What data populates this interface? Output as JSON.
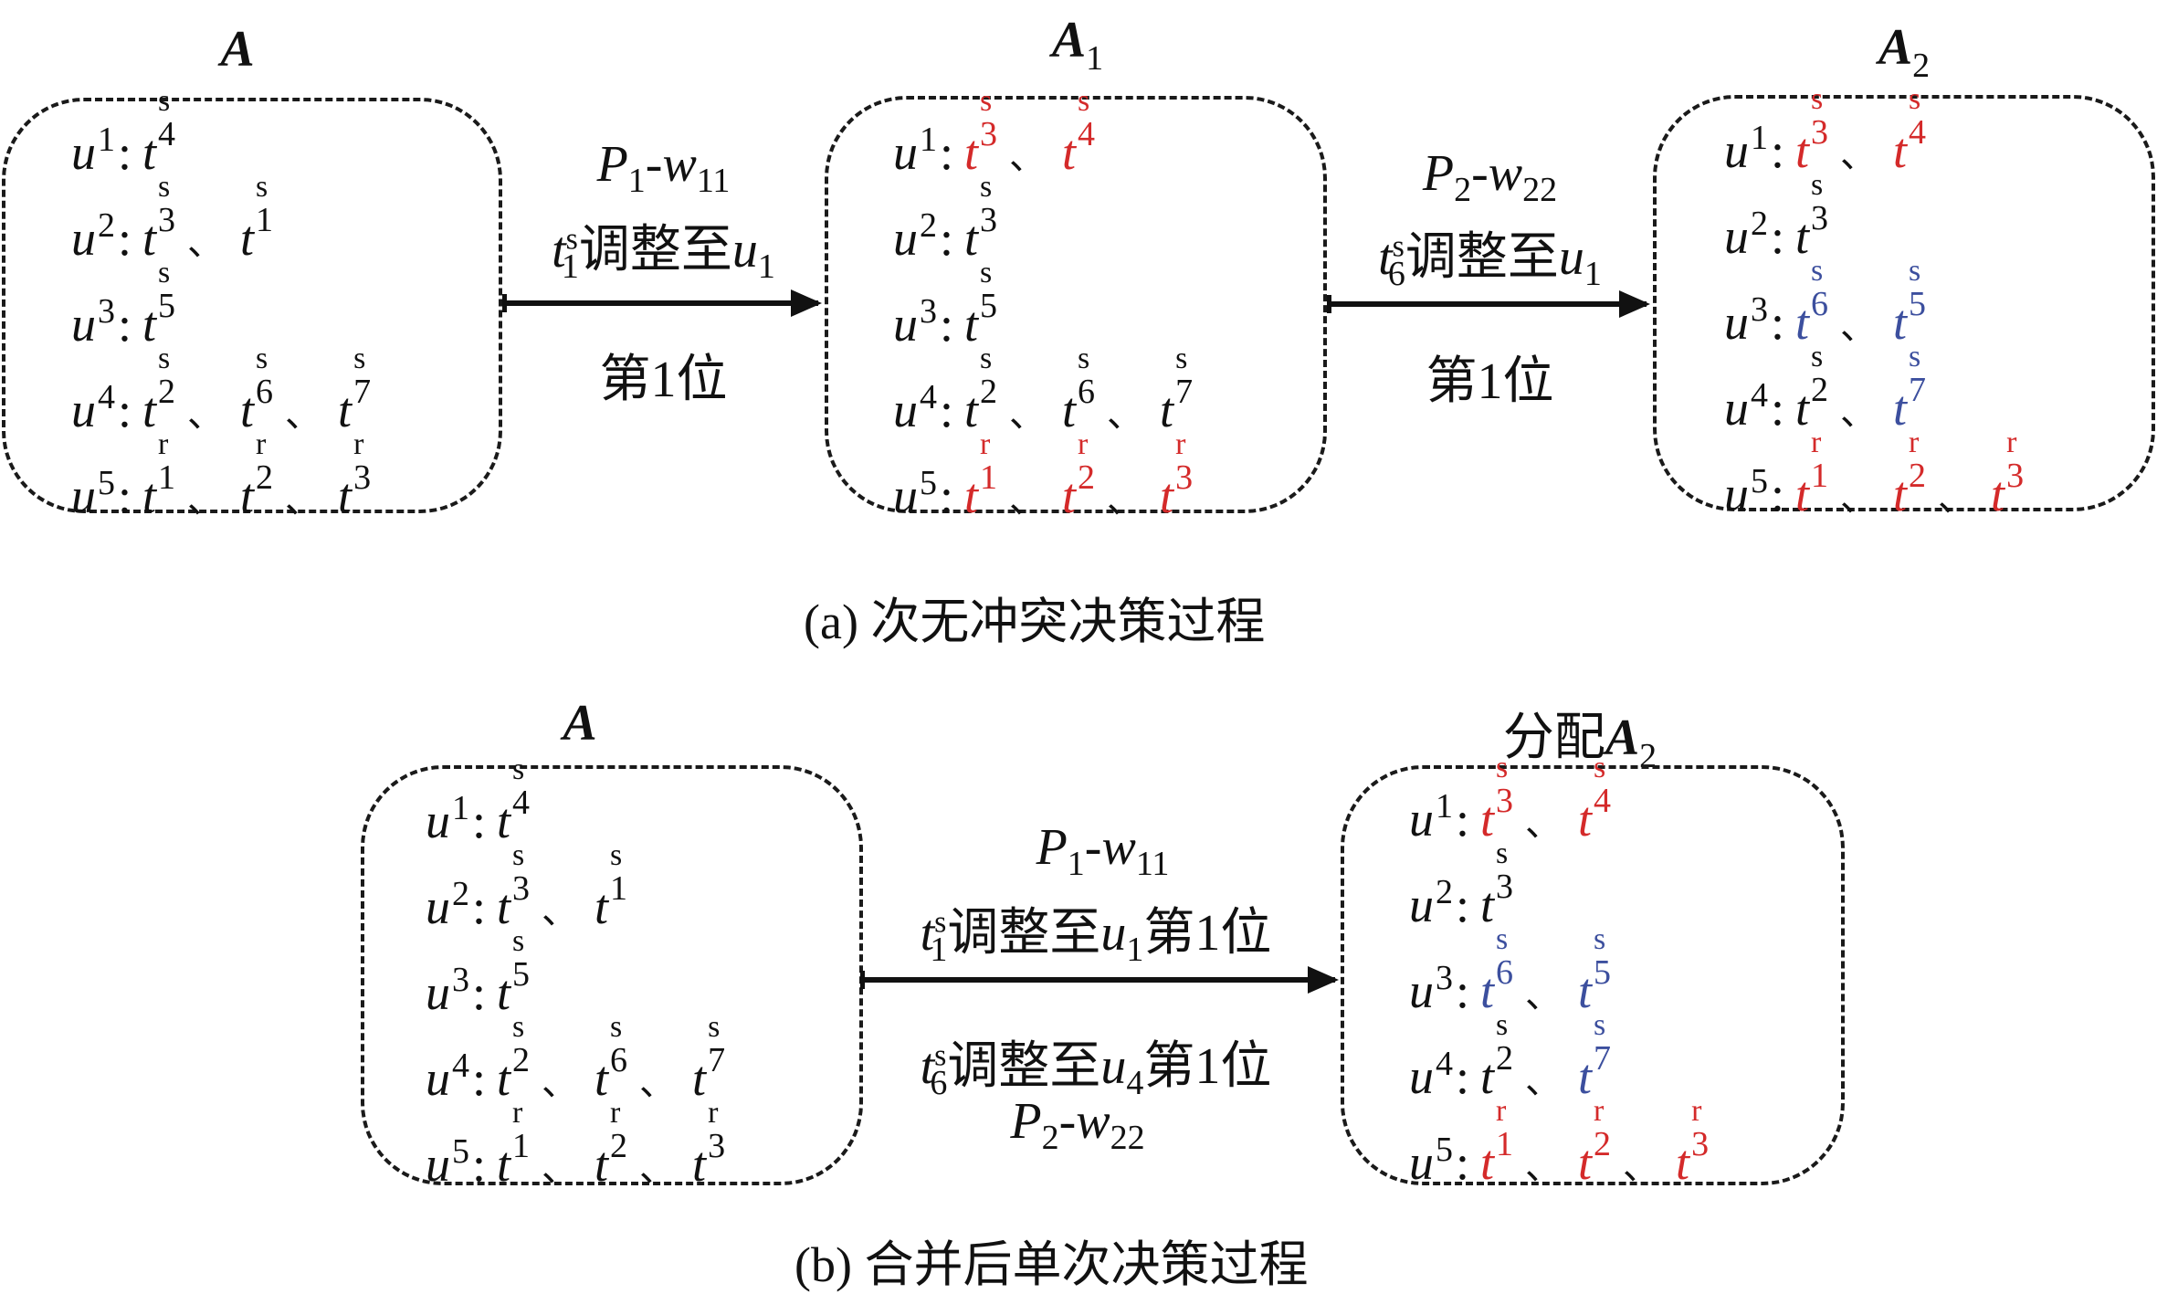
{
  "colors": {
    "red": "#d42a2a",
    "blue": "#3c4f9e",
    "black": "#111111"
  },
  "panel_a": {
    "caption": "(a) 次无冲突决策过程",
    "boxes": [
      {
        "title": "A",
        "title_sub": "",
        "rows": [
          {
            "u": "u",
            "u_sub": "1",
            "items": [
              {
                "t": "t",
                "sup": "s",
                "sub": "4",
                "color": "black"
              }
            ]
          },
          {
            "u": "u",
            "u_sub": "2",
            "items": [
              {
                "t": "t",
                "sup": "s",
                "sub": "3",
                "color": "black"
              },
              {
                "t": "t",
                "sup": "s",
                "sub": "1",
                "color": "black"
              }
            ]
          },
          {
            "u": "u",
            "u_sub": "3",
            "items": [
              {
                "t": "t",
                "sup": "s",
                "sub": "5",
                "color": "black"
              }
            ]
          },
          {
            "u": "u",
            "u_sub": "4",
            "items": [
              {
                "t": "t",
                "sup": "s",
                "sub": "2",
                "color": "black"
              },
              {
                "t": "t",
                "sup": "s",
                "sub": "6",
                "color": "black"
              },
              {
                "t": "t",
                "sup": "s",
                "sub": "7",
                "color": "black"
              }
            ]
          },
          {
            "u": "u",
            "u_sub": "5",
            "items": [
              {
                "t": "t",
                "sup": "r",
                "sub": "1",
                "color": "black"
              },
              {
                "t": "t",
                "sup": "r",
                "sub": "2",
                "color": "black"
              },
              {
                "t": "t",
                "sup": "r",
                "sub": "3",
                "color": "black"
              }
            ]
          }
        ]
      },
      {
        "title": "A",
        "title_sub": "1",
        "rows": [
          {
            "u": "u",
            "u_sub": "1",
            "items": [
              {
                "t": "t",
                "sup": "s",
                "sub": "3",
                "color": "red"
              },
              {
                "t": "t",
                "sup": "s",
                "sub": "4",
                "color": "red"
              }
            ]
          },
          {
            "u": "u",
            "u_sub": "2",
            "items": [
              {
                "t": "t",
                "sup": "s",
                "sub": "3",
                "color": "black"
              }
            ]
          },
          {
            "u": "u",
            "u_sub": "3",
            "items": [
              {
                "t": "t",
                "sup": "s",
                "sub": "5",
                "color": "black"
              }
            ]
          },
          {
            "u": "u",
            "u_sub": "4",
            "items": [
              {
                "t": "t",
                "sup": "s",
                "sub": "2",
                "color": "black"
              },
              {
                "t": "t",
                "sup": "s",
                "sub": "6",
                "color": "black"
              },
              {
                "t": "t",
                "sup": "s",
                "sub": "7",
                "color": "black"
              }
            ]
          },
          {
            "u": "u",
            "u_sub": "5",
            "items": [
              {
                "t": "t",
                "sup": "r",
                "sub": "1",
                "color": "red"
              },
              {
                "t": "t",
                "sup": "r",
                "sub": "2",
                "color": "red"
              },
              {
                "t": "t",
                "sup": "r",
                "sub": "3",
                "color": "red"
              }
            ]
          }
        ]
      },
      {
        "title": "A",
        "title_sub": "2",
        "rows": [
          {
            "u": "u",
            "u_sub": "1",
            "items": [
              {
                "t": "t",
                "sup": "s",
                "sub": "3",
                "color": "red"
              },
              {
                "t": "t",
                "sup": "s",
                "sub": "4",
                "color": "red"
              }
            ]
          },
          {
            "u": "u",
            "u_sub": "2",
            "items": [
              {
                "t": "t",
                "sup": "s",
                "sub": "3",
                "color": "black"
              }
            ]
          },
          {
            "u": "u",
            "u_sub": "3",
            "items": [
              {
                "t": "t",
                "sup": "s",
                "sub": "6",
                "color": "blue"
              },
              {
                "t": "t",
                "sup": "s",
                "sub": "5",
                "color": "blue"
              }
            ]
          },
          {
            "u": "u",
            "u_sub": "4",
            "items": [
              {
                "t": "t",
                "sup": "s",
                "sub": "2",
                "color": "black"
              },
              {
                "t": "t",
                "sup": "s",
                "sub": "7",
                "color": "blue"
              }
            ]
          },
          {
            "u": "u",
            "u_sub": "5",
            "items": [
              {
                "t": "t",
                "sup": "r",
                "sub": "1",
                "color": "red"
              },
              {
                "t": "t",
                "sup": "r",
                "sub": "2",
                "color": "red"
              },
              {
                "t": "t",
                "sup": "r",
                "sub": "3",
                "color": "red"
              }
            ]
          }
        ]
      }
    ],
    "arrows": [
      {
        "p": "P",
        "p_sub": "1",
        "w": "w",
        "w_sub": "11",
        "task": "t",
        "task_sup": "s",
        "task_sub": "1",
        "action": "调整至",
        "target": "u",
        "target_sub": "1",
        "position": "第1位"
      },
      {
        "p": "P",
        "p_sub": "2",
        "w": "w",
        "w_sub": "22",
        "task": "t",
        "task_sup": "s",
        "task_sub": "6",
        "action": "调整至",
        "target": "u",
        "target_sub": "1",
        "position": "第1位"
      }
    ]
  },
  "panel_b": {
    "caption": "(b) 合并后单次决策过程",
    "boxes": [
      {
        "title_prefix": "",
        "title": "A",
        "title_sub": "",
        "rows": [
          {
            "u": "u",
            "u_sub": "1",
            "items": [
              {
                "t": "t",
                "sup": "s",
                "sub": "4",
                "color": "black"
              }
            ]
          },
          {
            "u": "u",
            "u_sub": "2",
            "items": [
              {
                "t": "t",
                "sup": "s",
                "sub": "3",
                "color": "black"
              },
              {
                "t": "t",
                "sup": "s",
                "sub": "1",
                "color": "black"
              }
            ]
          },
          {
            "u": "u",
            "u_sub": "3",
            "items": [
              {
                "t": "t",
                "sup": "s",
                "sub": "5",
                "color": "black"
              }
            ]
          },
          {
            "u": "u",
            "u_sub": "4",
            "items": [
              {
                "t": "t",
                "sup": "s",
                "sub": "2",
                "color": "black"
              },
              {
                "t": "t",
                "sup": "s",
                "sub": "6",
                "color": "black"
              },
              {
                "t": "t",
                "sup": "s",
                "sub": "7",
                "color": "black"
              }
            ]
          },
          {
            "u": "u",
            "u_sub": "5",
            "items": [
              {
                "t": "t",
                "sup": "r",
                "sub": "1",
                "color": "black"
              },
              {
                "t": "t",
                "sup": "r",
                "sub": "2",
                "color": "black"
              },
              {
                "t": "t",
                "sup": "r",
                "sub": "3",
                "color": "black"
              }
            ]
          }
        ]
      },
      {
        "title_prefix": "分配",
        "title": "A",
        "title_sub": "2",
        "rows": [
          {
            "u": "u",
            "u_sub": "1",
            "items": [
              {
                "t": "t",
                "sup": "s",
                "sub": "3",
                "color": "red"
              },
              {
                "t": "t",
                "sup": "s",
                "sub": "4",
                "color": "red"
              }
            ]
          },
          {
            "u": "u",
            "u_sub": "2",
            "items": [
              {
                "t": "t",
                "sup": "s",
                "sub": "3",
                "color": "black"
              }
            ]
          },
          {
            "u": "u",
            "u_sub": "3",
            "items": [
              {
                "t": "t",
                "sup": "s",
                "sub": "6",
                "color": "blue"
              },
              {
                "t": "t",
                "sup": "s",
                "sub": "5",
                "color": "blue"
              }
            ]
          },
          {
            "u": "u",
            "u_sub": "4",
            "items": [
              {
                "t": "t",
                "sup": "s",
                "sub": "2",
                "color": "black"
              },
              {
                "t": "t",
                "sup": "s",
                "sub": "7",
                "color": "blue"
              }
            ]
          },
          {
            "u": "u",
            "u_sub": "5",
            "items": [
              {
                "t": "t",
                "sup": "r",
                "sub": "1",
                "color": "red"
              },
              {
                "t": "t",
                "sup": "r",
                "sub": "2",
                "color": "red"
              },
              {
                "t": "t",
                "sup": "r",
                "sub": "3",
                "color": "red"
              }
            ]
          }
        ]
      }
    ],
    "arrow": {
      "top": {
        "p": "P",
        "p_sub": "1",
        "w": "w",
        "w_sub": "11",
        "task": "t",
        "task_sup": "s",
        "task_sub": "1",
        "action": "调整至",
        "target": "u",
        "target_sub": "1",
        "position": "第1位"
      },
      "bottom": {
        "p": "P",
        "p_sub": "2",
        "w": "w",
        "w_sub": "22",
        "task": "t",
        "task_sup": "s",
        "task_sub": "6",
        "action": "调整至",
        "target": "u",
        "target_sub": "4",
        "position": "第1位"
      }
    }
  },
  "separator": "、",
  "colon": ":"
}
